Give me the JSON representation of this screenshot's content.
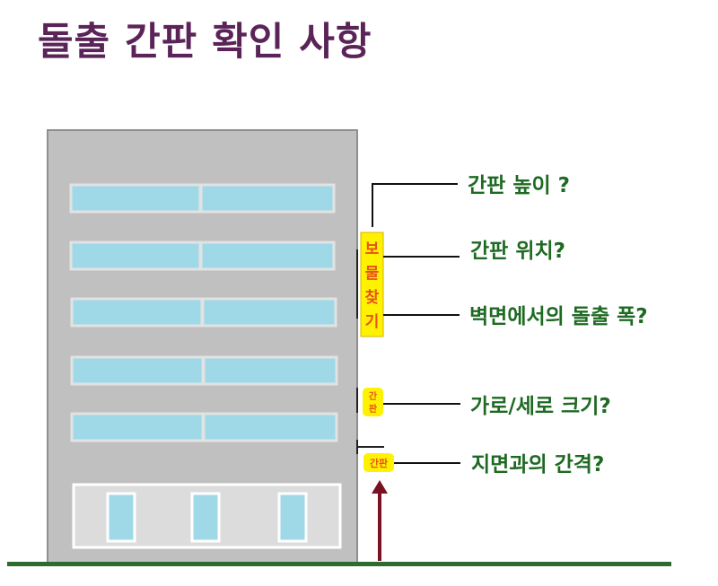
{
  "title": "돌출 간판 확인 사항",
  "vertical_sign_chars": [
    "보",
    "물",
    "찾",
    "기"
  ],
  "small_sign_1_chars": [
    "간",
    "판"
  ],
  "small_sign_2_text": "간판",
  "questions": {
    "height": "간판 높이 ?",
    "position": "간판 위치?",
    "projection": "벽면에서의 돌출 폭?",
    "size": "가로/세로 크기?",
    "clearance": "지면과의 간격?"
  },
  "colors": {
    "title": "#5b2458",
    "question_text": "#1f6a23",
    "building": "#c0c0c0",
    "window": "#9fd9e8",
    "sign_fill": "#fff200",
    "sign_text": "#e8521b",
    "ground": "#2e6b2e",
    "arrow": "#7a1222"
  }
}
